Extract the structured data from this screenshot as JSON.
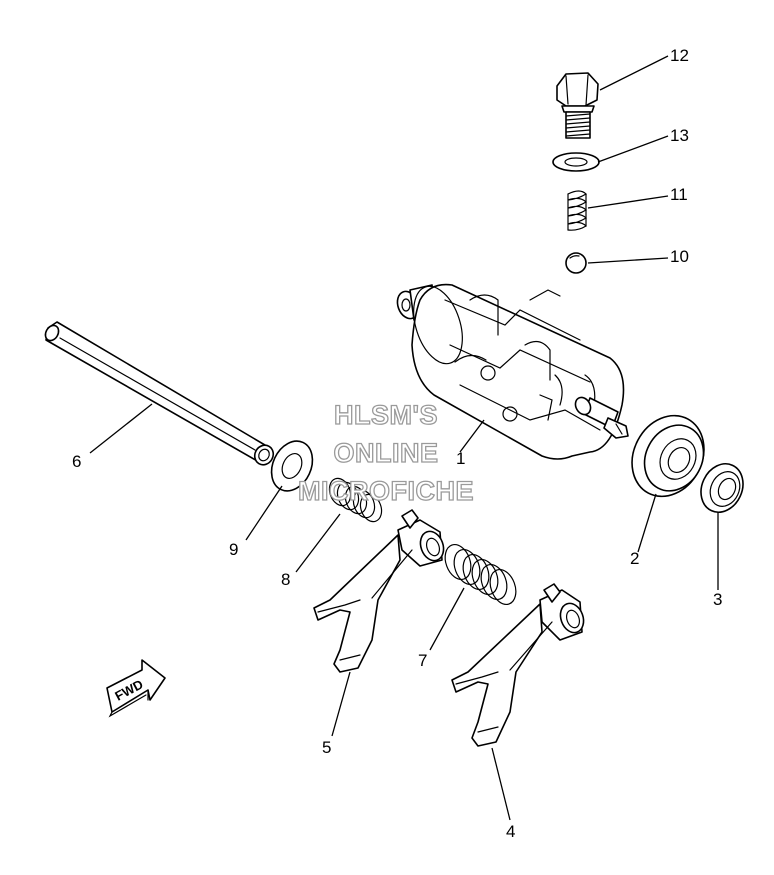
{
  "callouts": [
    {
      "id": "1",
      "part": "shift-drum"
    },
    {
      "id": "2",
      "part": "bearing"
    },
    {
      "id": "3",
      "part": "oil-seal"
    },
    {
      "id": "4",
      "part": "shift-fork-rear"
    },
    {
      "id": "5",
      "part": "shift-fork-front"
    },
    {
      "id": "6",
      "part": "fork-guide-bar"
    },
    {
      "id": "7",
      "part": "spring-large"
    },
    {
      "id": "8",
      "part": "spring-small"
    },
    {
      "id": "9",
      "part": "washer"
    },
    {
      "id": "10",
      "part": "ball"
    },
    {
      "id": "11",
      "part": "detent-spring"
    },
    {
      "id": "12",
      "part": "bolt"
    },
    {
      "id": "13",
      "part": "gasket"
    }
  ],
  "watermark": {
    "line1": "HLSM'S",
    "line2": "ONLINE",
    "line3": "MICROFICHE"
  },
  "direction_label": "FWD",
  "colors": {
    "ink": "#000000",
    "watermark": "#9a9a9a",
    "background": "#ffffff"
  }
}
